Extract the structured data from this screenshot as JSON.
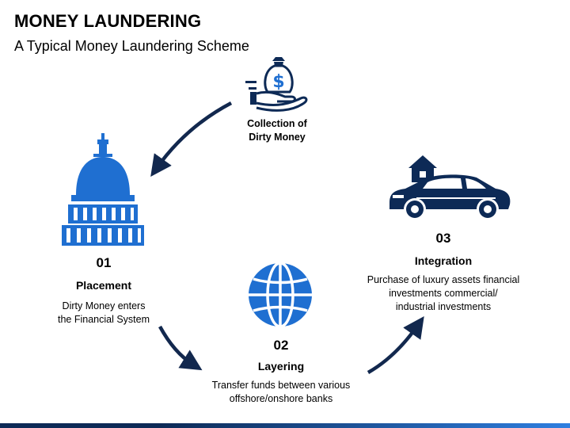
{
  "title": "MONEY LAUNDERING",
  "subtitle": "A Typical Money Laundering Scheme",
  "collection": {
    "line1": "Collection of",
    "line2": "Dirty Money"
  },
  "steps": [
    {
      "number": "01",
      "heading": "Placement",
      "desc_lines": [
        "Dirty Money enters",
        "the Financial System"
      ]
    },
    {
      "number": "02",
      "heading": "Layering",
      "desc_lines": [
        "Transfer funds between various",
        "offshore/onshore banks"
      ]
    },
    {
      "number": "03",
      "heading": "Integration",
      "desc_lines": [
        "Purchase of luxury assets financial",
        "investments commercial/",
        "industrial investments"
      ]
    }
  ],
  "icons": {
    "collection": "money-bag-hand-icon",
    "placement": "capitol-building-icon",
    "layering": "globe-icon",
    "integration": "house-car-icon"
  },
  "colors": {
    "accent_blue": "#1f6fd1",
    "dark_blue": "#0d2a56",
    "arrow": "#12284e",
    "bottom_bar_dark": "#0d2a56",
    "bottom_bar_light": "#2f7fe0"
  }
}
